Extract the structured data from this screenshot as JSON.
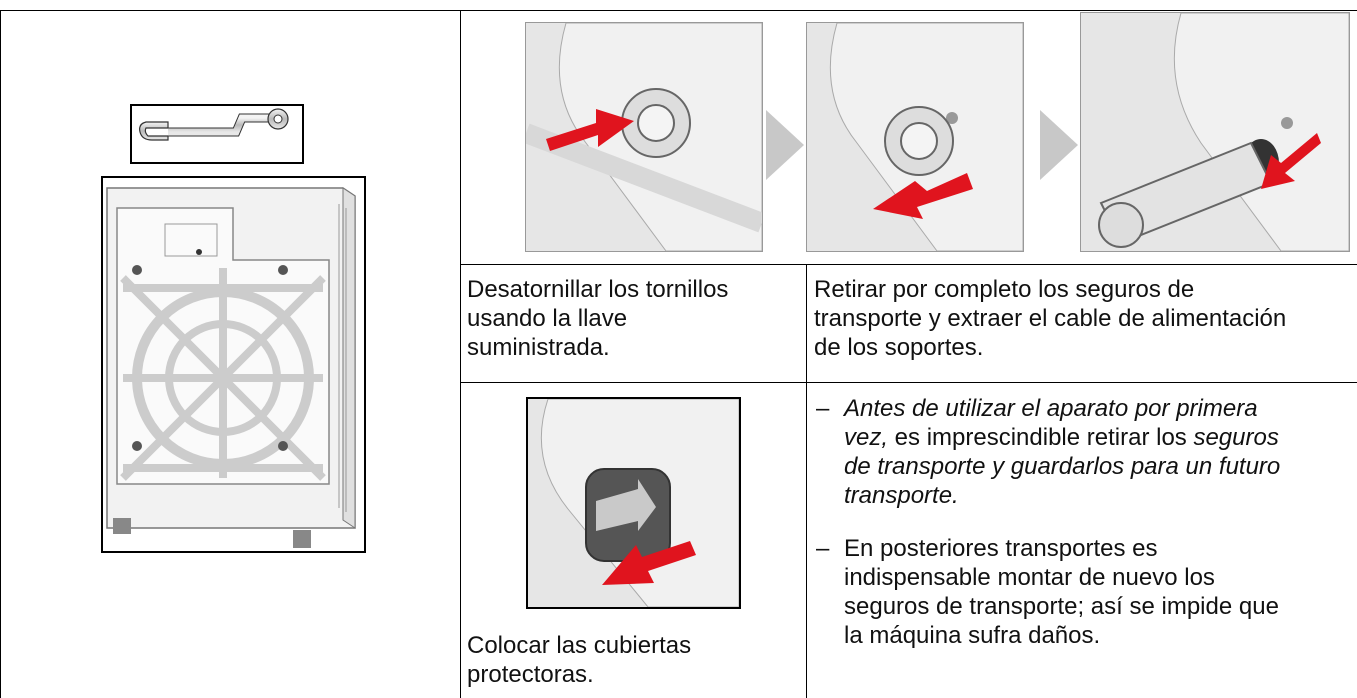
{
  "step_unscrew": {
    "lines": [
      "Desatornillar los tornillos",
      "usando la llave",
      "suministrada."
    ]
  },
  "step_remove": {
    "lines": [
      "Retirar por completo los seguros de",
      "transporte y extraer el cable de alimentación",
      "de los soportes."
    ]
  },
  "step_cover": {
    "lines": [
      "Colocar las cubiertas",
      "protectoras."
    ]
  },
  "notes": {
    "bullet": "–",
    "note1": {
      "lines": [
        "Antes de utilizar el aparato por primera",
        "vez,",
        " es imprescindible retirar los ",
        "seguros",
        "de transporte y guardarlos para un futuro",
        "transporte."
      ]
    },
    "note2": {
      "lines": [
        "En posteriores transportes es",
        "indispensable montar de nuevo los",
        "seguros de transporte; así se impide que",
        "la máquina sufra daños."
      ]
    }
  },
  "colors": {
    "arrow_red": "#e0141e",
    "panel_gray": "#e6e6e6",
    "chevron_gray": "#c8c8c8"
  }
}
